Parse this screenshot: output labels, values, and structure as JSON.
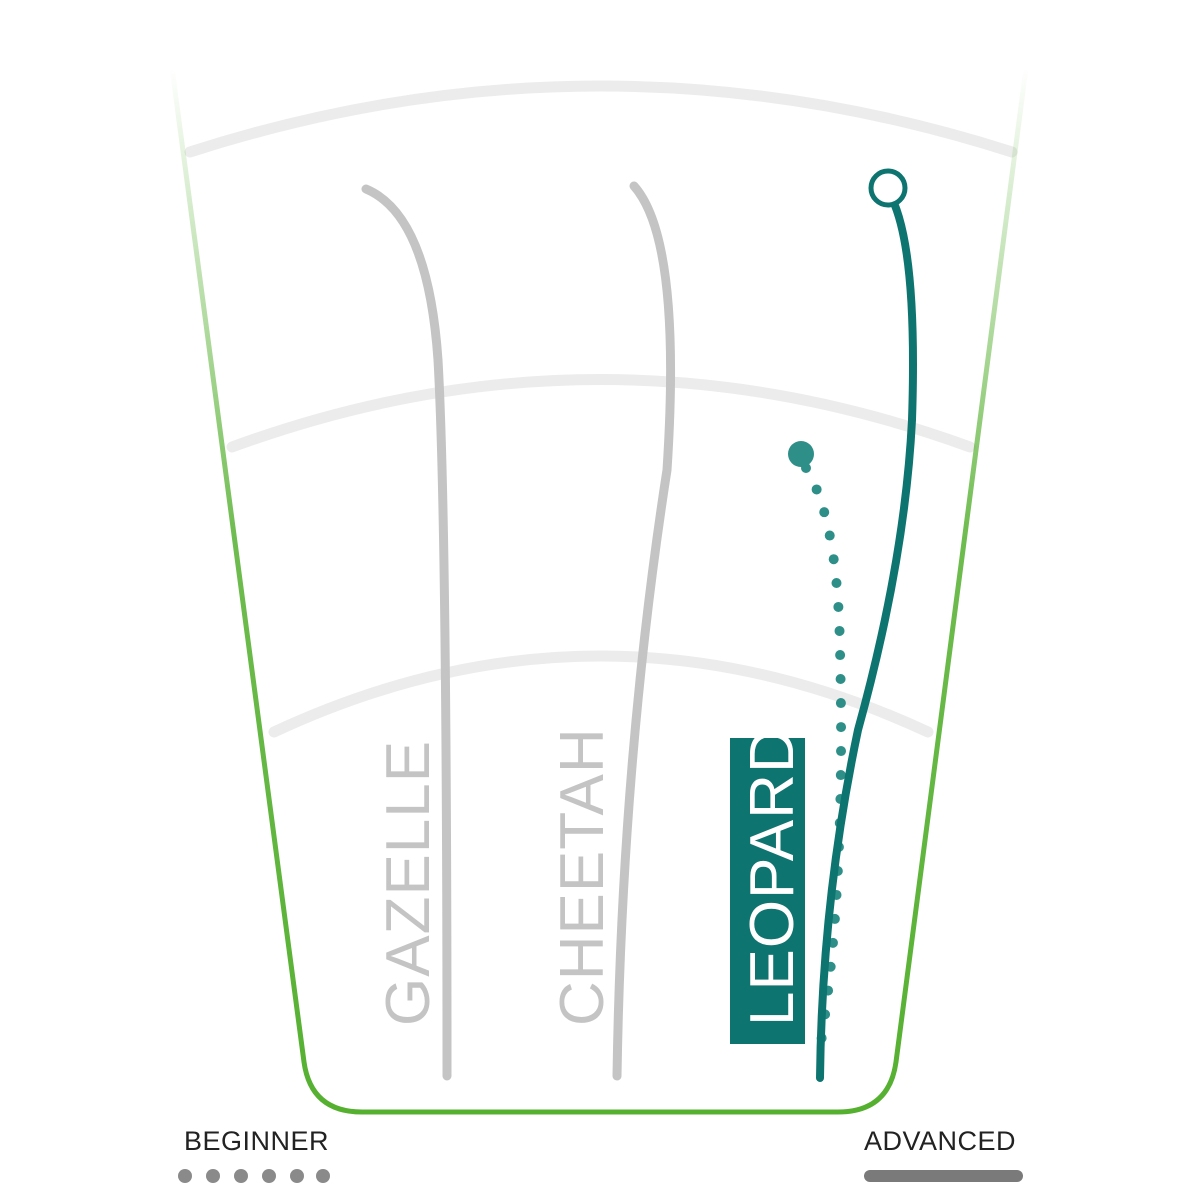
{
  "tracks": [
    {
      "name": "GAZELLE",
      "highlighted": false,
      "color": "#c4c4c4"
    },
    {
      "name": "CHEETAH",
      "highlighted": false,
      "color": "#c4c4c4"
    },
    {
      "name": "LEOPARD",
      "highlighted": true,
      "color": "#0e7470",
      "label_text_color": "#ffffff"
    }
  ],
  "legend": {
    "beginner": {
      "label": "BEGINNER",
      "style": "dotted",
      "color": "#8a8a8a"
    },
    "advanced": {
      "label": "ADVANCED",
      "style": "solid",
      "color": "#7a7a7a"
    }
  },
  "colors": {
    "outline": "#55b030",
    "arcs": "#ececec",
    "accent": "#0e7470",
    "accent_dots": "#2e8f88"
  }
}
